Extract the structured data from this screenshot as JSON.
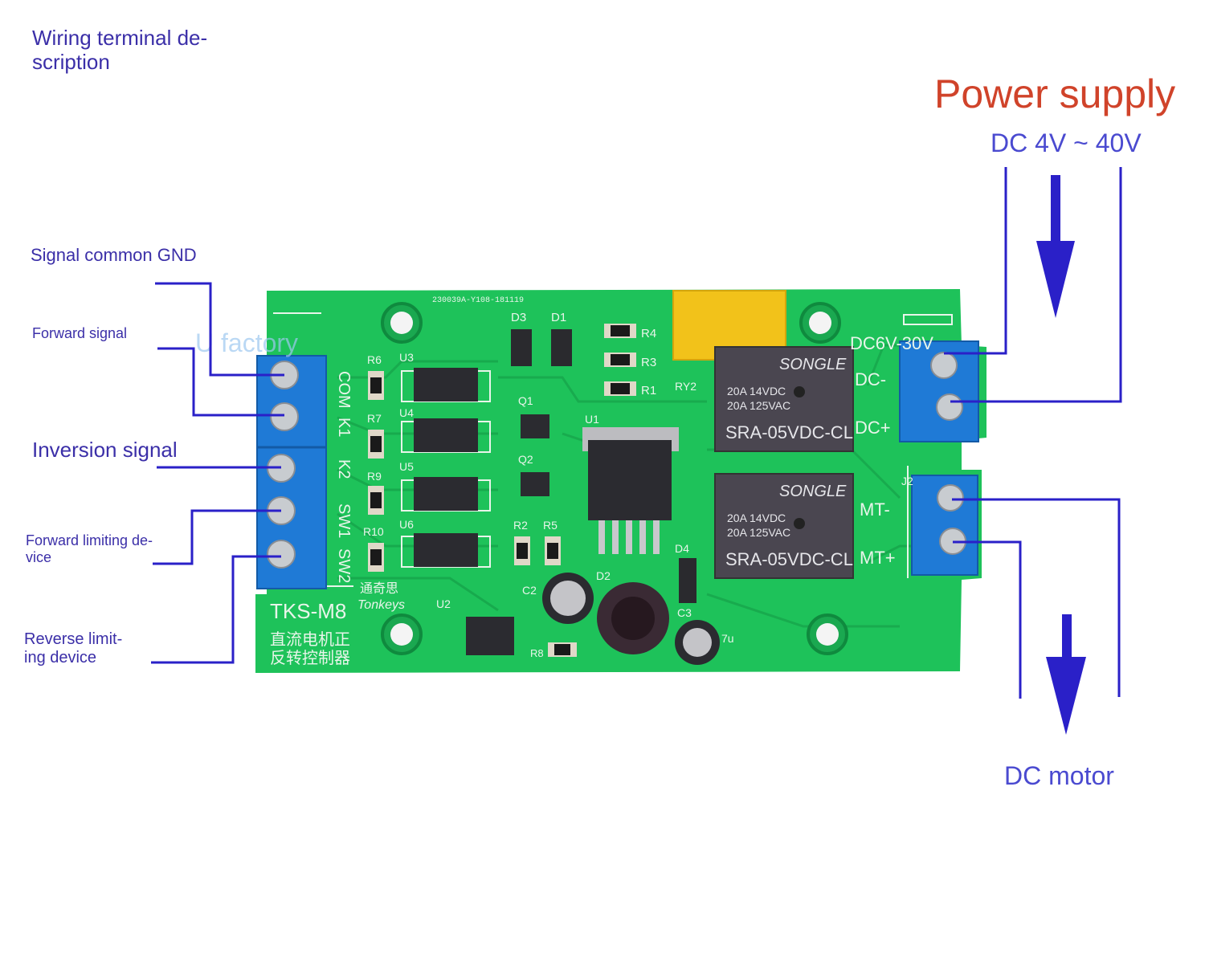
{
  "title": "Wiring terminal de-\nscription",
  "left_labels": {
    "signal_gnd": "Signal common GND",
    "forward_signal": "Forward signal",
    "inversion_signal": "Inversion signal",
    "forward_limit": "Forward limiting de-\nvice",
    "reverse_limit": "Reverse limit-\ning device"
  },
  "power": {
    "title": "Power supply",
    "range": "DC 4V ~ 40V"
  },
  "motor_label": "DC motor",
  "watermark": "U factory",
  "board": {
    "serial": "230039A-Y108-181119",
    "model": "TKS-M8",
    "brand_cn": "通奇思",
    "brand": "Tonkeys",
    "desc_cn_1": "直流电机正",
    "desc_cn_2": "反转控制器",
    "dc_rating": "DC6V-30V",
    "left_terminals": [
      "COM",
      "K1",
      "K2",
      "SW1",
      "SW2"
    ],
    "right_terminals_power": [
      "DC-",
      "DC+"
    ],
    "right_terminals_motor": [
      "MT-",
      "MT+"
    ],
    "component_labels": {
      "d3": "D3",
      "d1": "D1",
      "r4": "R4",
      "r3": "R3",
      "r1": "R1",
      "r6": "R6",
      "u3": "U3",
      "r7": "R7",
      "u4": "U4",
      "r9": "R9",
      "u5": "U5",
      "r10": "R10",
      "u6": "U6",
      "q1": "Q1",
      "q2": "Q2",
      "u1": "U1",
      "r2": "R2",
      "r5": "R5",
      "d4": "D4",
      "d2": "D2",
      "c2": "C2",
      "c3": "C3",
      "u2": "U2",
      "r8": "R8",
      "ry2": "RY2",
      "j2": "J2",
      "cap_val": "7u"
    },
    "relays": [
      {
        "brand": "SONGLE",
        "line1": "20A 14VDC",
        "line2": "20A 125VAC",
        "model": "SRA-05VDC-CL"
      },
      {
        "brand": "SONGLE",
        "line1": "20A 14VDC",
        "line2": "20A 125VAC",
        "model": "SRA-05VDC-CL"
      }
    ]
  },
  "colors": {
    "pcb": "#1ec25a",
    "terminal": "#1f7ad6",
    "relay": "#4a4650",
    "capacitor": "#f2c21a",
    "label": "#3b2fa8",
    "power_title": "#d0432a",
    "wire": "#2a20c8"
  }
}
